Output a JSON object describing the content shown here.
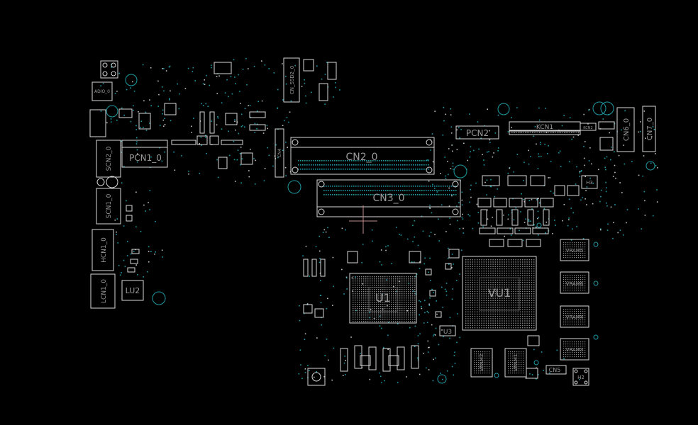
{
  "viewer": {
    "background": "#000000",
    "outline_color": "#d8d8d8",
    "pad_color": "#1f9aa3",
    "cursor_color": "#c98a8a"
  },
  "labels": {
    "cn2": "CN2_0",
    "cn3": "CN3_0",
    "pcn1": "PCN1_0",
    "pcn2": "PCN2",
    "kcn1": "KCN1",
    "cn6": "CN6_0",
    "cn7": "CN7_0",
    "scn2": "SCN2_0",
    "scn1": "SCN1_0",
    "hcn1": "HCN1_0",
    "lcn1": "LCN1_0",
    "lu2": "LU2",
    "u1": "U1",
    "vu1": "VU1",
    "u3": "U3",
    "vram5": "VRAM5",
    "vram6": "VRAM6",
    "vram4": "VRAM4",
    "vram3": "VRAM3",
    "vram2": "VRAM2",
    "vram1": "VRAM1",
    "cn_ssd2": "CN_SSD2_0",
    "cn4": "CN4",
    "cn5": "CN5",
    "adio": "ADIO_0",
    "h2": "H2",
    "h3": "H3",
    "kcn2": "KCN2"
  }
}
